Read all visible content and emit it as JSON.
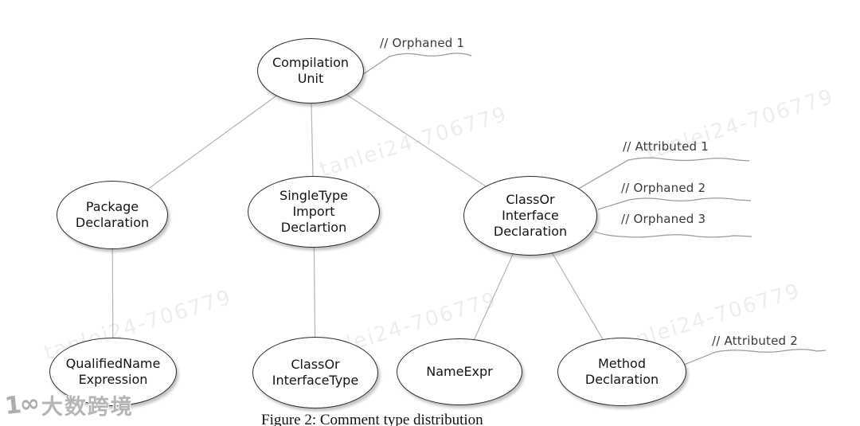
{
  "nodes": {
    "compilation_unit": {
      "line1": "Compilation",
      "line2": "Unit"
    },
    "package_declaration": {
      "line1": "Package",
      "line2": "Declaration"
    },
    "single_type_import_declartion": {
      "line1": "SingleType",
      "line2": "Import",
      "line3": "Declartion"
    },
    "class_or_interface_declaration": {
      "line1": "ClassOr",
      "line2": "Interface",
      "line3": "Declaration"
    },
    "qualified_name_expression": {
      "line1": "QualifiedName",
      "line2": "Expression"
    },
    "class_or_interface_type": {
      "line1": "ClassOr",
      "line2": "InterfaceType"
    },
    "name_expr": {
      "line1": "NameExpr"
    },
    "method_declaration": {
      "line1": "Method",
      "line2": "Declaration"
    }
  },
  "annotations": {
    "orphaned_1": "// Orphaned 1",
    "attributed_1": "// Attributed 1",
    "orphaned_2": "// Orphaned 2",
    "orphaned_3": "// Orphaned 3",
    "attributed_2": "// Attributed 2"
  },
  "watermark": {
    "text": "tanlei24-706779"
  },
  "logo": {
    "icon_text": "1∞",
    "text": "大数跨境"
  },
  "caption": {
    "text": "Figure 2: Comment type distribution"
  },
  "colors": {
    "node_border": "#2b2b2b",
    "node_fill": "#ffffff",
    "edge_line": "#b3b3b3",
    "callout_line": "#9a9a9a",
    "annotation_text": "#3a3a3a",
    "watermark_text": "#8d867c",
    "caption_text": "#111111"
  }
}
